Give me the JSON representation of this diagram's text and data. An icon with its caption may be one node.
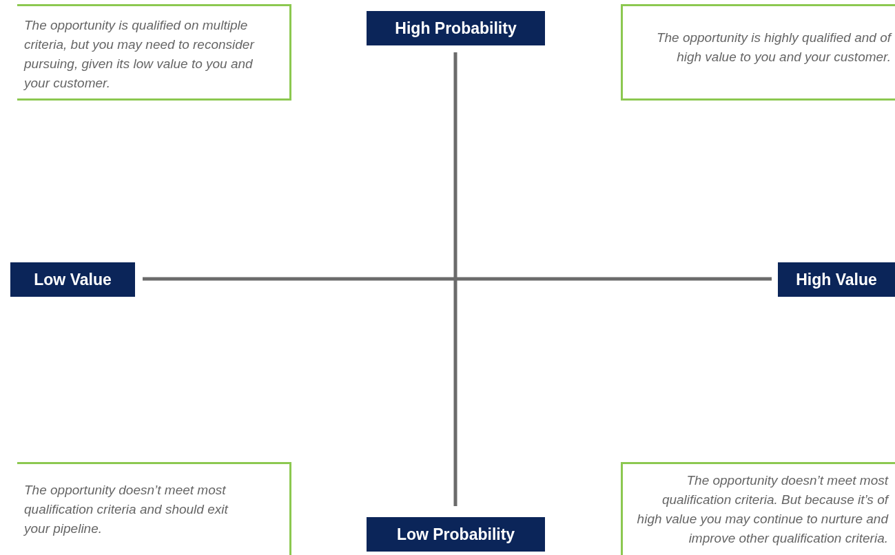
{
  "diagram": {
    "nodes": [
      {
        "text": [
          "The opportunity is qualified on multiple criteria, but you may need to reconsider pursuing, given its low value to you and your customer."
        ]
      },
      {
        "text": [
          "High Probability"
        ]
      },
      {
        "text": [
          "The opportunity is highly qualified and of high value to you and your customer."
        ]
      },
      {
        "text": [
          "Low Value"
        ]
      },
      {
        "text": [
          "High Value"
        ]
      },
      {
        "text": [
          "The opportunity doesn’t meet most qualification criteria and should exit your pipeline."
        ]
      },
      {
        "text": [
          "Low Probability"
        ]
      },
      {
        "text": [
          "The opportunity doesn’t meet most qualification criteria. But because it’s of high value you may continue to nurture and improve other qualification criteria."
        ]
      }
    ]
  }
}
